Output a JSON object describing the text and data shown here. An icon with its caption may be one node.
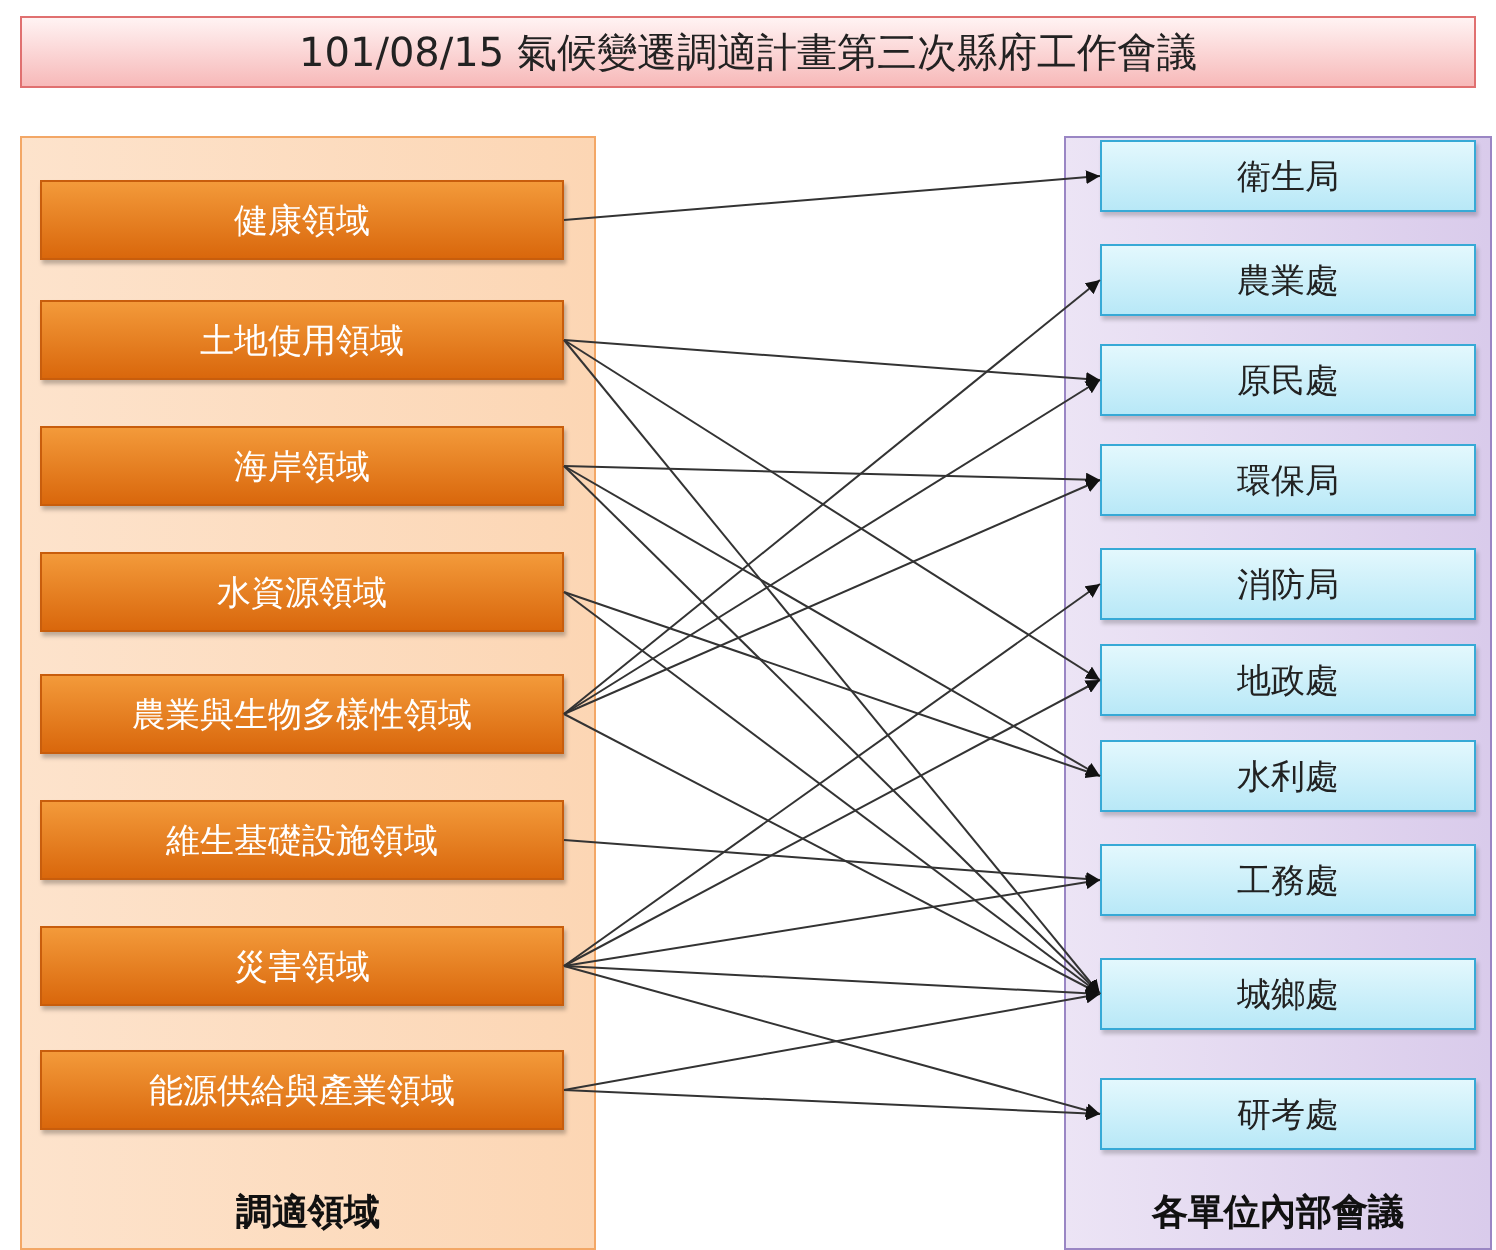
{
  "diagram": {
    "title": "101/08/15 氣候變遷調適計畫第三次縣府工作會議",
    "nodes": [
      {
        "text": [
          "調適領域"
        ]
      },
      {
        "text": [
          "各單位內部會議"
        ]
      },
      {
        "text": [
          "健康領域"
        ],
        "in": 0
      },
      {
        "text": [
          "土地使用領域"
        ],
        "in": 0
      },
      {
        "text": [
          "海岸領域"
        ],
        "in": 0
      },
      {
        "text": [
          "水資源領域"
        ],
        "in": 0
      },
      {
        "text": [
          "農業與生物多樣性領域"
        ],
        "in": 0
      },
      {
        "text": [
          "維生基礎設施領域"
        ],
        "in": 0
      },
      {
        "text": [
          "災害領域"
        ],
        "in": 0
      },
      {
        "text": [
          "能源供給與產業領域"
        ],
        "in": 0
      },
      {
        "text": [
          "衛生局"
        ],
        "in": 1
      },
      {
        "text": [
          "農業處"
        ],
        "in": 1
      },
      {
        "text": [
          "原民處"
        ],
        "in": 1
      },
      {
        "text": [
          "環保局"
        ],
        "in": 1
      },
      {
        "text": [
          "消防局"
        ],
        "in": 1
      },
      {
        "text": [
          "地政處"
        ],
        "in": 1
      },
      {
        "text": [
          "水利處"
        ],
        "in": 1
      },
      {
        "text": [
          "工務處"
        ],
        "in": 1
      },
      {
        "text": [
          "城鄉處"
        ],
        "in": 1
      },
      {
        "text": [
          "研考處"
        ],
        "in": 1
      }
    ],
    "edges": [
      {
        "from": 2,
        "to": 10,
        "arrow": "to"
      },
      {
        "from": 3,
        "to": 12,
        "arrow": "to"
      },
      {
        "from": 3,
        "to": 15,
        "arrow": "to"
      },
      {
        "from": 3,
        "to": 18,
        "arrow": "to"
      },
      {
        "from": 4,
        "to": 13,
        "arrow": "to"
      },
      {
        "from": 4,
        "to": 16,
        "arrow": "to"
      },
      {
        "from": 4,
        "to": 18,
        "arrow": "to"
      },
      {
        "from": 5,
        "to": 16,
        "arrow": "to"
      },
      {
        "from": 5,
        "to": 18,
        "arrow": "to"
      },
      {
        "from": 6,
        "to": 11,
        "arrow": "to"
      },
      {
        "from": 6,
        "to": 12,
        "arrow": "to"
      },
      {
        "from": 6,
        "to": 13,
        "arrow": "to"
      },
      {
        "from": 6,
        "to": 18,
        "arrow": "to"
      },
      {
        "from": 7,
        "to": 17,
        "arrow": "to"
      },
      {
        "from": 8,
        "to": 14,
        "arrow": "to"
      },
      {
        "from": 8,
        "to": 15,
        "arrow": "to"
      },
      {
        "from": 8,
        "to": 17,
        "arrow": "to"
      },
      {
        "from": 8,
        "to": 18,
        "arrow": "to"
      },
      {
        "from": 8,
        "to": 19,
        "arrow": "to"
      },
      {
        "from": 9,
        "to": 18,
        "arrow": "to"
      },
      {
        "from": 9,
        "to": 19,
        "arrow": "to"
      }
    ]
  }
}
